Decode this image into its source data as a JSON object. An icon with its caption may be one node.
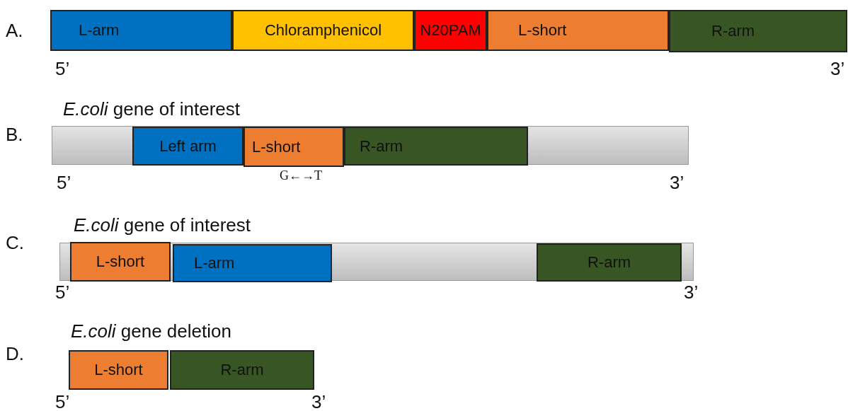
{
  "diagram": {
    "nodes": [
      {
        "text": [
          "L-arm"
        ]
      },
      {
        "text": [
          "Chloramphenicol"
        ]
      },
      {
        "text": [
          "N20PAM"
        ]
      },
      {
        "text": [
          "L-short"
        ]
      },
      {
        "text": [
          "R-arm"
        ]
      },
      {
        "text": [
          "*E.coli* gene of interest"
        ]
      },
      {
        "text": [
          "Left arm"
        ],
        "in": 5
      },
      {
        "text": [
          "L-short"
        ],
        "in": 5
      },
      {
        "text": [
          "R-arm"
        ],
        "in": 5
      },
      {
        "text": [
          "*E.coli* gene of interest"
        ]
      },
      {
        "text": [
          "L-short"
        ],
        "in": 9
      },
      {
        "text": [
          "L-arm"
        ],
        "in": 9
      },
      {
        "text": [
          "R-arm"
        ],
        "in": 9
      },
      {
        "text": [
          "L-short"
        ]
      },
      {
        "text": [
          "R-arm"
        ]
      }
    ],
    "labels": [
      "A.",
      "5’",
      "3’",
      "B.",
      "G←→T",
      "5’",
      "3’",
      "C.",
      "5’",
      "3’",
      "D.",
      "*E.coli* gene deletion",
      "5’",
      "3’"
    ]
  }
}
